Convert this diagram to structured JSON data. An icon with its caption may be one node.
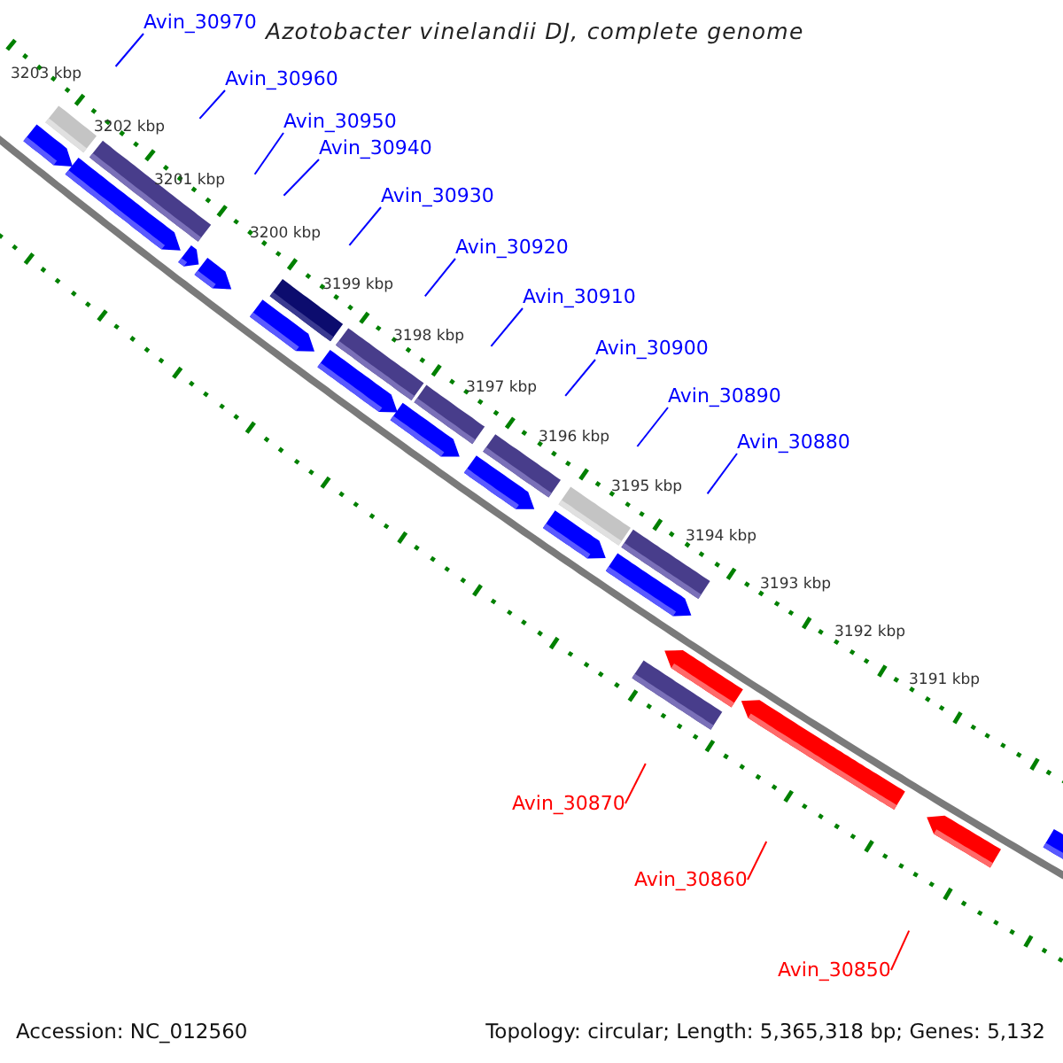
{
  "diagram": {
    "title": "Azotobacter vinelandii DJ, complete genome",
    "nodes": [
      {
        "text": [
          "Avin_30970"
        ]
      },
      {
        "text": [
          "Avin_30960"
        ]
      },
      {
        "text": [
          "Avin_30950"
        ]
      },
      {
        "text": [
          "Avin_30940"
        ]
      },
      {
        "text": [
          "Avin_30930"
        ]
      },
      {
        "text": [
          "Avin_30920"
        ]
      },
      {
        "text": [
          "Avin_30910"
        ]
      },
      {
        "text": [
          "Avin_30900"
        ]
      },
      {
        "text": [
          "Avin_30890"
        ]
      },
      {
        "text": [
          "Avin_30880"
        ]
      },
      {
        "text": [
          "Avin_30870"
        ]
      },
      {
        "text": [
          "Avin_30860"
        ]
      },
      {
        "text": [
          "Avin_30850"
        ]
      }
    ],
    "edges": [
      {
        "from": 0,
        "to": null,
        "arrow": "none"
      },
      {
        "from": 1,
        "to": null,
        "arrow": "none"
      },
      {
        "from": 2,
        "to": null,
        "arrow": "none"
      },
      {
        "from": 3,
        "to": null,
        "arrow": "none"
      },
      {
        "from": 4,
        "to": null,
        "arrow": "none"
      },
      {
        "from": 5,
        "to": null,
        "arrow": "none"
      },
      {
        "from": 6,
        "to": null,
        "arrow": "none"
      },
      {
        "from": 7,
        "to": null,
        "arrow": "none"
      },
      {
        "from": 8,
        "to": null,
        "arrow": "none"
      },
      {
        "from": 9,
        "to": null,
        "arrow": "none"
      },
      {
        "from": 10,
        "to": null,
        "arrow": "none",
        "color": "#ff0000"
      },
      {
        "from": 11,
        "to": null,
        "arrow": "none",
        "color": "#ff0000"
      },
      {
        "from": 12,
        "to": null,
        "arrow": "none",
        "color": "#ff0000"
      }
    ],
    "labels": [
      "3203 kbp",
      "3202 kbp",
      "3201 kbp",
      "3200 kbp",
      "3199 kbp",
      "3198 kbp",
      "3197 kbp",
      "3196 kbp",
      "3195 kbp",
      "3194 kbp",
      "3193 kbp",
      "3192 kbp",
      "3191 kbp",
      "Accession: NC_012560",
      "Topology: circular; Length: 5,365,318 bp; Genes: 5,132"
    ]
  }
}
